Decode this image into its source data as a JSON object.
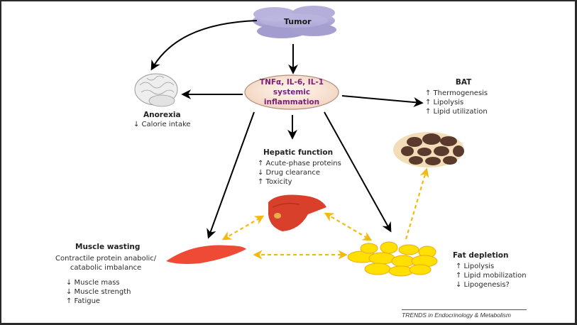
{
  "tumor": {
    "label": "Tumor"
  },
  "inflammation": {
    "line1": "TNFα, IL-6, IL-1",
    "line2": "systemic inflammation",
    "text_color": "#7a1f7a"
  },
  "anorexia": {
    "title": "Anorexia",
    "items": [
      "↓ Calorie intake"
    ]
  },
  "bat": {
    "title": "BAT",
    "items": [
      "↑ Thermogenesis",
      "↑ Lipolysis",
      "↑ Lipid utilization"
    ]
  },
  "hepatic": {
    "title": "Hepatic function",
    "items": [
      "↑ Acute-phase proteins",
      "↓ Drug clearance",
      "↑ Toxicity"
    ]
  },
  "muscle": {
    "title": "Muscle wasting",
    "desc1": "Contractile protein anabolic/",
    "desc2": "catabolic imbalance",
    "items": [
      "↓ Muscle mass",
      "↓ Muscle strength",
      "↑ Fatigue"
    ]
  },
  "fat": {
    "title": "Fat depletion",
    "items": [
      "↑ Lipolysis",
      "↑ Lipid mobilization",
      "↓ Lipogenesis?"
    ]
  },
  "footer": {
    "text": "TRENDS in Endocrinology & Metabolism"
  },
  "colors": {
    "arrow": "#000000",
    "dashed_arrow": "#f2b90f",
    "tumor": "#a9a3d3",
    "muscle": "#ee4a35",
    "liver": "#d9402c",
    "fat": "#ffe000",
    "bat": "#5b3a2e",
    "ellipse_fill": "#fbe9da"
  }
}
